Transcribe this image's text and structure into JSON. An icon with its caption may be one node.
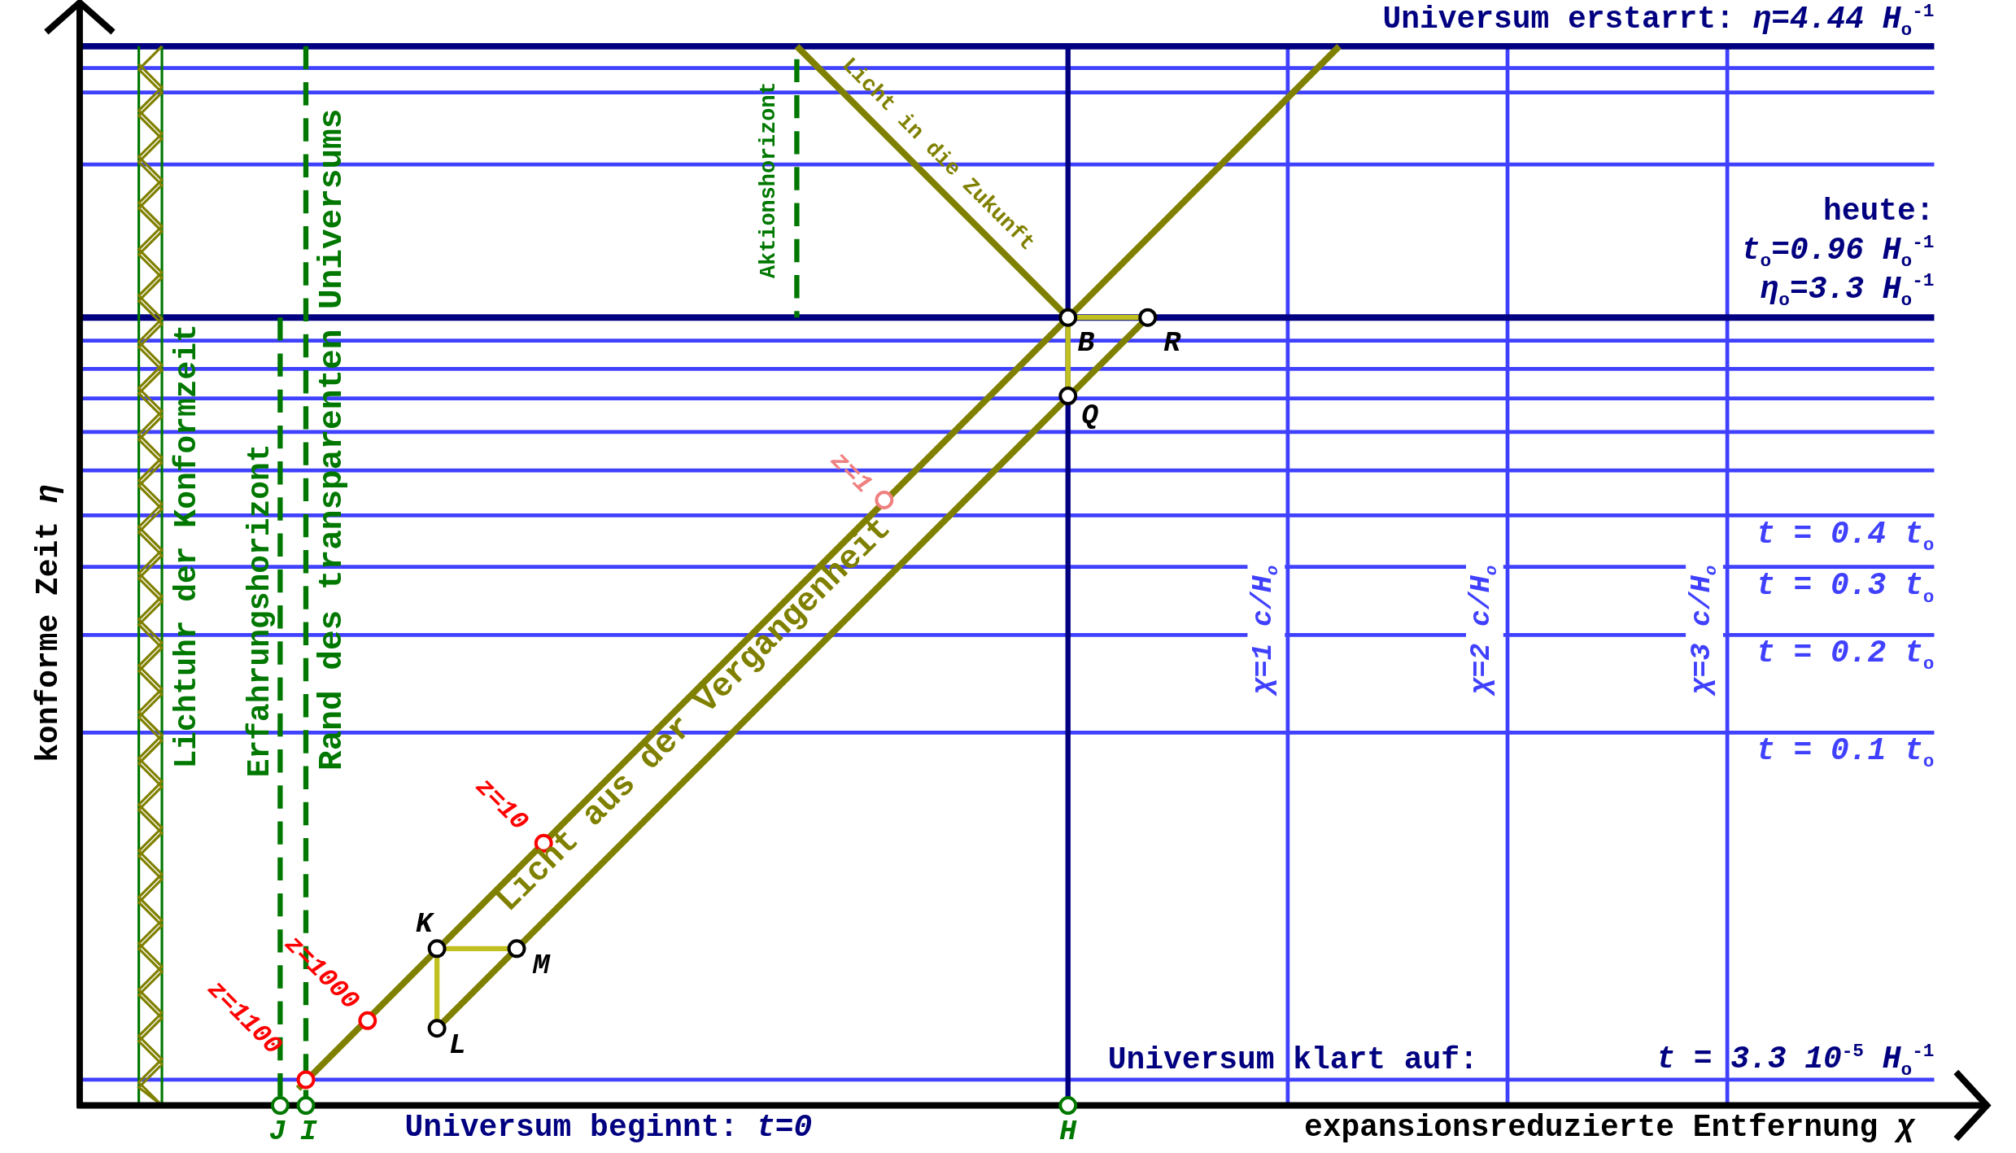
{
  "diagram": {
    "labels": [
      "Universum erstarrt: *η=4.44 H*$_{o}$$^{-1}$",
      "heute:",
      "*t*$_{o}$*=0.96 H*$_{o}$$^{-1}$",
      "*η*$_{o}$*=3.3 H*$_{o}$$^{-1}$",
      "Aktionshorizont",
      "Licht in die Zukunft",
      "B",
      "R",
      "Q",
      "z=1",
      "konforme Zeit *η*",
      "Lichtuhr der Konformzeit",
      "Erfahrungshorizont",
      "Rand des transparenten Universums",
      "Licht aus der Vergangenheit",
      "*χ*=1 c/*H*$_{o}$",
      "*χ*=2 c/*H*$_{o}$",
      "*χ*=3 c/*H*$_{o}$",
      "*t = 0.4 t*$_{o}$",
      "*t = 0.3 t*$_{o}$",
      "*t = 0.2 t*$_{o}$",
      "*t = 0.1 t*$_{o}$",
      "z=10",
      "K",
      "M",
      "z=1000",
      "z=1100",
      "L",
      "Universum klart auf:",
      "*t = 3.3 10*$^{-5}$ *H*$_{o}$$^{-1}$",
      "J",
      "I",
      "Universum beginnt: *t=0*",
      "H",
      "expansionsreduzierte Entfernung *χ*"
    ]
  }
}
